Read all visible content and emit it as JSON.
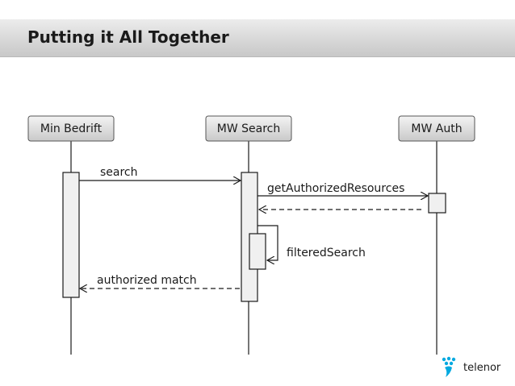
{
  "slide": {
    "title": "Putting it All Together"
  },
  "diagram": {
    "actors": [
      {
        "id": "min-bedrift",
        "label": "Min Bedrift"
      },
      {
        "id": "mw-search",
        "label": "MW Search"
      },
      {
        "id": "mw-auth",
        "label": "MW Auth"
      }
    ],
    "messages": [
      {
        "id": "search",
        "label": "search",
        "from": "min-bedrift",
        "to": "mw-search",
        "style": "solid"
      },
      {
        "id": "getauth",
        "label": "getAuthorizedResources",
        "from": "mw-search",
        "to": "mw-auth",
        "style": "solid"
      },
      {
        "id": "auth-return",
        "label": "",
        "from": "mw-auth",
        "to": "mw-search",
        "style": "dashed"
      },
      {
        "id": "filtered",
        "label": "filteredSearch",
        "from": "mw-search",
        "to": "mw-search",
        "style": "solid"
      },
      {
        "id": "authmatch",
        "label": "authorized match",
        "from": "mw-search",
        "to": "min-bedrift",
        "style": "dashed"
      }
    ]
  },
  "logo": {
    "text": "telenor",
    "color": "#00a9e0"
  }
}
